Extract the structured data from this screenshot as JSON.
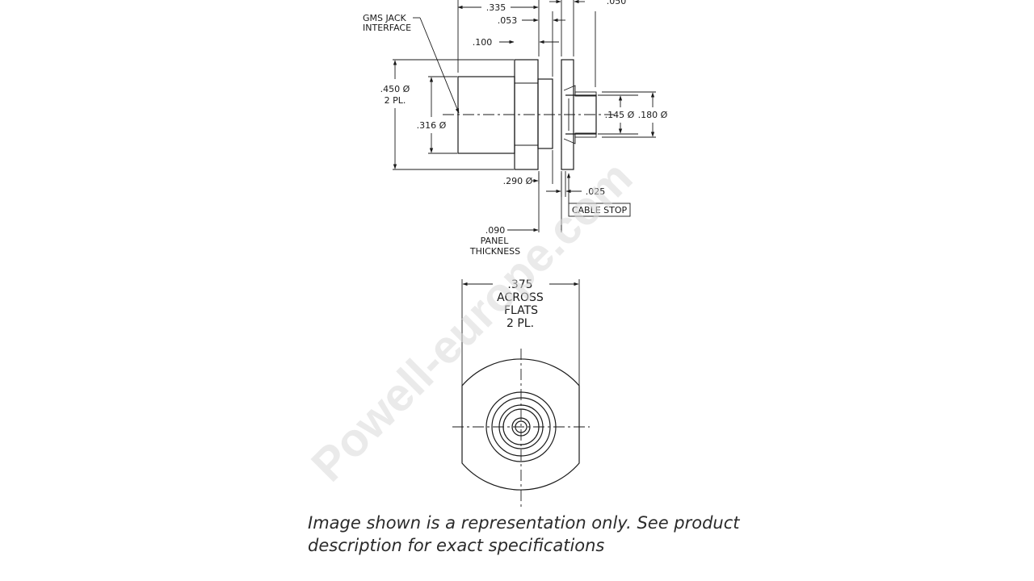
{
  "watermark": "Powell-europe.com",
  "side_view": {
    "labels": {
      "gms_interface_line1": "GMS JACK",
      "gms_interface_line2": "INTERFACE",
      "dim_335": ".335",
      "dim_053": ".053",
      "dim_050": ".050",
      "dim_100": ".100",
      "dim_450": ".450 Ø",
      "dim_450_note": "2 PL.",
      "dim_316": ".316 Ø",
      "dim_145": ".145 Ø",
      "dim_180": ".180 Ø",
      "dim_290": ".290 Ø",
      "dim_025": ".025",
      "cable_stop": "CABLE STOP",
      "dim_090": ".090",
      "panel_line1": "PANEL",
      "panel_line2": "THICKNESS"
    }
  },
  "end_view": {
    "labels": {
      "dim_375": ".375",
      "across_line1": "ACROSS",
      "across_line2": "FLATS",
      "across_line3": "2 PL."
    }
  },
  "caption": "Image shown is a representation only. See product description for exact specifications"
}
